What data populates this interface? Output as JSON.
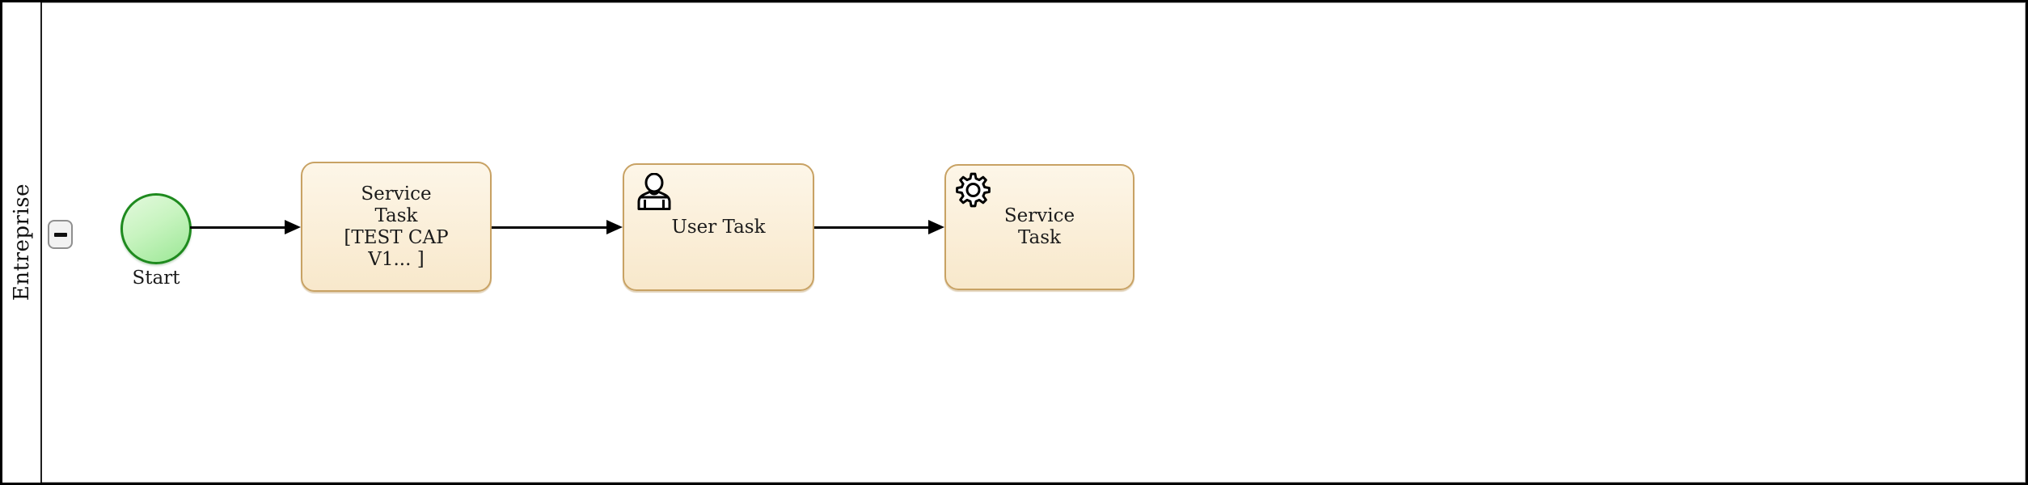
{
  "pool": {
    "lane_label": "Entreprise"
  },
  "collapse_button": {
    "icon": "minus-icon",
    "symbol": "-"
  },
  "start_event": {
    "label": "Start"
  },
  "tasks": {
    "service1": {
      "lines": [
        "Service",
        "Task",
        "[TEST CAP",
        "V1... ]"
      ]
    },
    "user": {
      "icon": "user-icon",
      "label": "User Task"
    },
    "service2": {
      "icon": "gear-icon",
      "lines": [
        "Service",
        "Task"
      ]
    }
  },
  "colors": {
    "task_fill_top": "#fdf6e8",
    "task_fill_bottom": "#f8e8cb",
    "task_border": "#c8a264",
    "event_fill_top": "#e4f9de",
    "event_fill_bottom": "#9be795",
    "event_border": "#1e8a1e",
    "flow_stroke": "#000000",
    "lane_border": "#1f1f1f"
  }
}
